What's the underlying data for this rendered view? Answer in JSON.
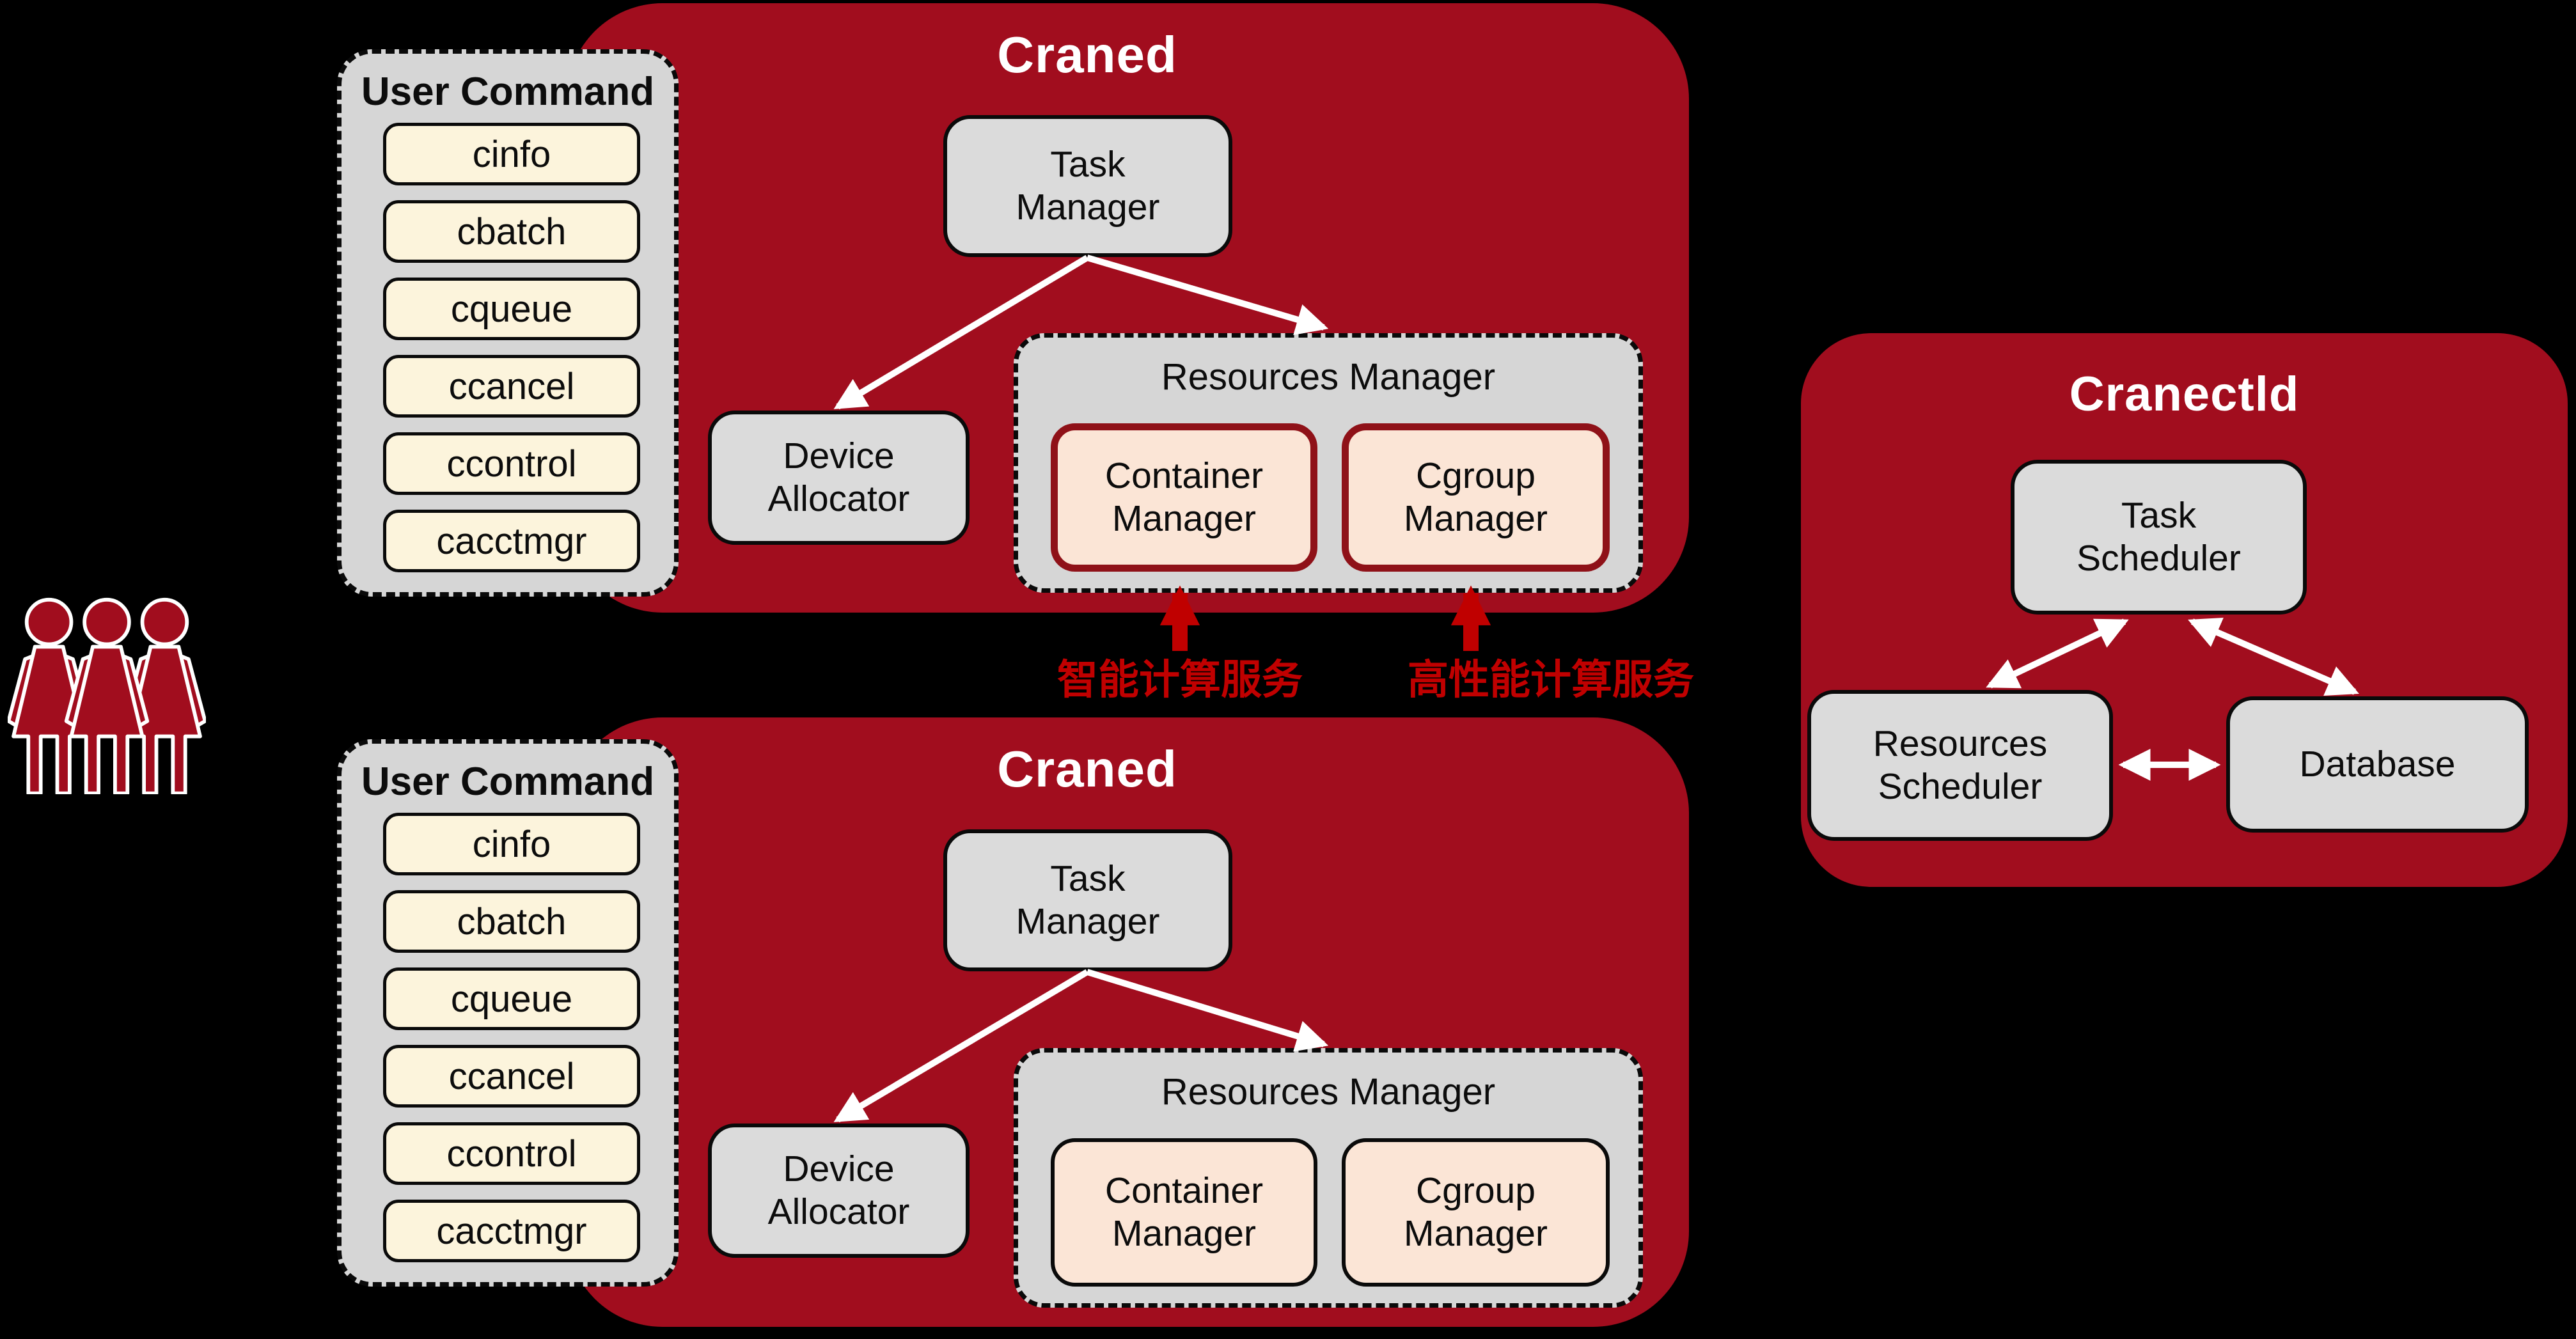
{
  "colors": {
    "background": "#000000",
    "block_red": "#A10D1E",
    "accent_red": "#C00000",
    "box_red_border": "#8F1118",
    "panel_gray": "#D6D6D6",
    "box_gray": "#DBDBDB",
    "cream": "#FCF4DC",
    "peach": "#FBE5D6"
  },
  "craned_top": {
    "title": "Craned",
    "user_command": {
      "title": "User Command",
      "commands": [
        "cinfo",
        "cbatch",
        "cqueue",
        "ccancel",
        "ccontrol",
        "cacctmgr"
      ]
    },
    "task_manager": "Task\nManager",
    "device_allocator": "Device\nAllocator",
    "resources_manager": {
      "title": "Resources Manager",
      "container_manager": "Container\nManager",
      "cgroup_manager": "Cgroup\nManager"
    }
  },
  "craned_bottom": {
    "title": "Craned",
    "user_command": {
      "title": "User Command",
      "commands": [
        "cinfo",
        "cbatch",
        "cqueue",
        "ccancel",
        "ccontrol",
        "cacctmgr"
      ]
    },
    "task_manager": "Task\nManager",
    "device_allocator": "Device\nAllocator",
    "resources_manager": {
      "title": "Resources Manager",
      "container_manager": "Container\nManager",
      "cgroup_manager": "Cgroup\nManager"
    }
  },
  "cranectld": {
    "title": "Cranectld",
    "task_scheduler": "Task\nScheduler",
    "resources_scheduler": "Resources\nScheduler",
    "database": "Database"
  },
  "annotations": {
    "left_label": "智能计算服务",
    "right_label": "高性能计算服务"
  },
  "icons": {
    "users_icon": "three-person silhouettes"
  }
}
